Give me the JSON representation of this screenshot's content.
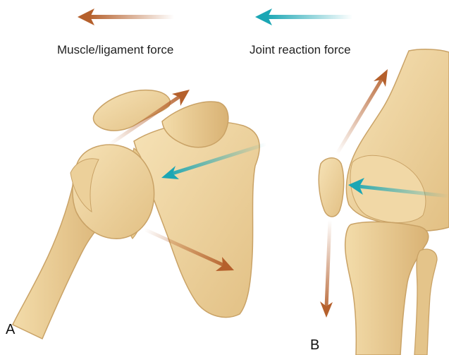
{
  "legend": {
    "muscle_label": "Muscle/ligament force",
    "muscle_color": "#b5602c",
    "joint_label": "Joint reaction force",
    "joint_color": "#1ba6b4"
  },
  "panels": {
    "a_label": "A",
    "b_label": "B"
  }
}
